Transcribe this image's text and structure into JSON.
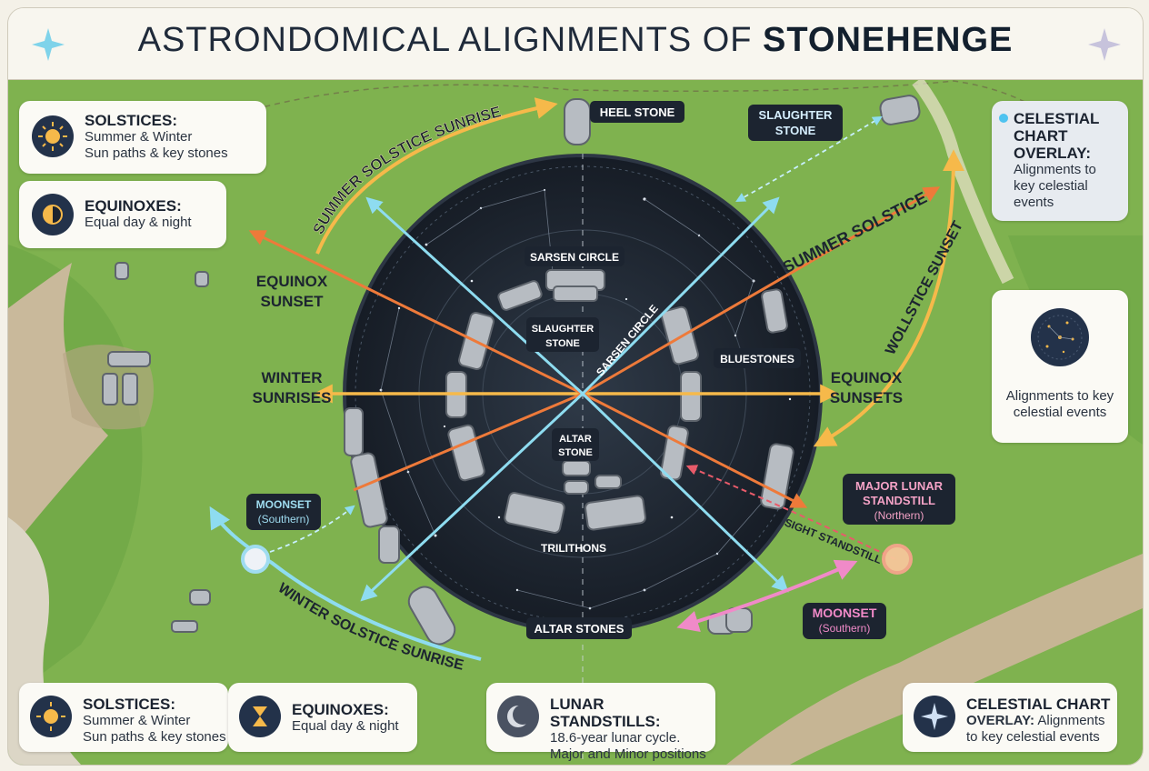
{
  "title": {
    "prefix": "ASTRONDOMICAL ALIGNMENTS OF ",
    "emphasis": "STONEHENGE"
  },
  "cards": {
    "solstices": {
      "heading": "SOLSTICES:",
      "line1": "Summer & Winter",
      "line2": "Sun paths & key stones",
      "icon": "sun-icon"
    },
    "equinoxes": {
      "heading": "EQUINOXES:",
      "line1": "Equal day & night",
      "icon": "half-sun-icon"
    },
    "celestial": {
      "heading_1": "CELESTIAL",
      "heading_2": "CHART",
      "heading_3": "OVERLAY:",
      "line1": "Alignments to",
      "line2": "key celestial",
      "line3": "events"
    },
    "celestial_icon": {
      "line1": "Alignments to key",
      "line2": "celestial events",
      "icon": "star-chart-icon"
    }
  },
  "bottom": {
    "solstices": {
      "heading": "SOLSTICES:",
      "line1": "Summer & Winter",
      "line2": "Sun paths & key stones",
      "icon": "sun-icon"
    },
    "equinoxes": {
      "heading": "EQUINOXES:",
      "line1": "Equal day & night",
      "icon": "hourglass-icon"
    },
    "lunar": {
      "heading": "LUNAR STANDSTILLS:",
      "line1": "18.6-year lunar cycle.",
      "line2": "Major and Minor positions",
      "icon": "moon-icon"
    },
    "celestial": {
      "heading_1": "CELESTIAL CHART",
      "heading_2": "OVERLAY:",
      "inline": " Alignments",
      "line2": "to key celestial events",
      "icon": "compass-star-icon"
    }
  },
  "labels": {
    "heel_stone": "HEEL STONE",
    "slaughter_stone_1": "SLAUGHTER",
    "slaughter_stone_2": "STONE",
    "summer_solstice_sunrise": "SUMMER SOLSTICE SUNRISE",
    "summer_solstice": "SUMMER SOLSTICE",
    "wollstice_sunset": "WOLLSTICE SUNSET",
    "equinox_sunset_1": "EQUINOX",
    "equinox_sunset_2": "SUNSET",
    "winter_sunrises_1": "WINTER",
    "winter_sunrises_2": "SUNRISES",
    "equinox_sunsets_1": "EQUINOX",
    "equinox_sunsets_2": "SUNSETS",
    "sarsen_circle": "SARSEN CIRCLE",
    "sarsen_circle_diag": "SARSEN CIRCLE",
    "slaughter_inner_1": "SLAUGHTER",
    "slaughter_inner_2": "STONE",
    "bluestones": "BLUESTONES",
    "altar_stone_1": "ALTAR",
    "altar_stone_2": "STONE",
    "trilithons": "TRILITHONS",
    "altar_stones": "ALTAR STONES",
    "moonset_sw_1": "MOONSET",
    "moonset_sw_2": "(Southern)",
    "moonset_se_1": "MOONSET",
    "moonset_se_2": "(Southern)",
    "major_lunar_1": "MAJOR LUNAR",
    "major_lunar_2": "STANDSTILL",
    "major_lunar_3": "(Northern)",
    "sight_standstill": "SIGHT STANDSTILL",
    "winter_solstice_sunrise": "WINTER SOLSTICE SUNRISE"
  },
  "colors": {
    "grass": "#7fb24f",
    "grass_dark": "#5f9a3c",
    "sky": "#1c2430",
    "sun_arrow": "#f6b94a",
    "sunset_arrow": "#ee7a3a",
    "cyan_arrow": "#7fd3ea",
    "pink_arrow": "#f08ac8",
    "stone": "#b7bcc2",
    "navy": "#23324a"
  }
}
